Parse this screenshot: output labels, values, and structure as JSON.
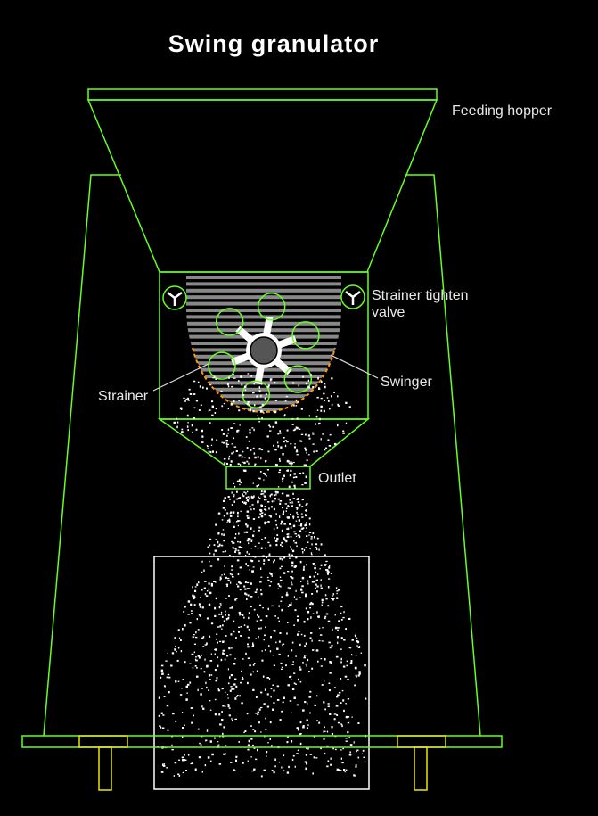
{
  "diagram": {
    "title": "Swing granulator",
    "labels": {
      "feeding_hopper": "Feeding hopper",
      "strainer_tighten_valve_1": "Strainer tighten",
      "strainer_tighten_valve_2": "valve",
      "strainer": "Strainer",
      "swinger": "Swinger",
      "outlet": "Outlet"
    },
    "colors": {
      "frame": "#66ff22",
      "leg": "#e8e800",
      "strainer": "#ff9900",
      "bin": "#ffffff",
      "granule": "#ffffff",
      "stripe": "#888888",
      "label": "#e8e8e8"
    }
  }
}
